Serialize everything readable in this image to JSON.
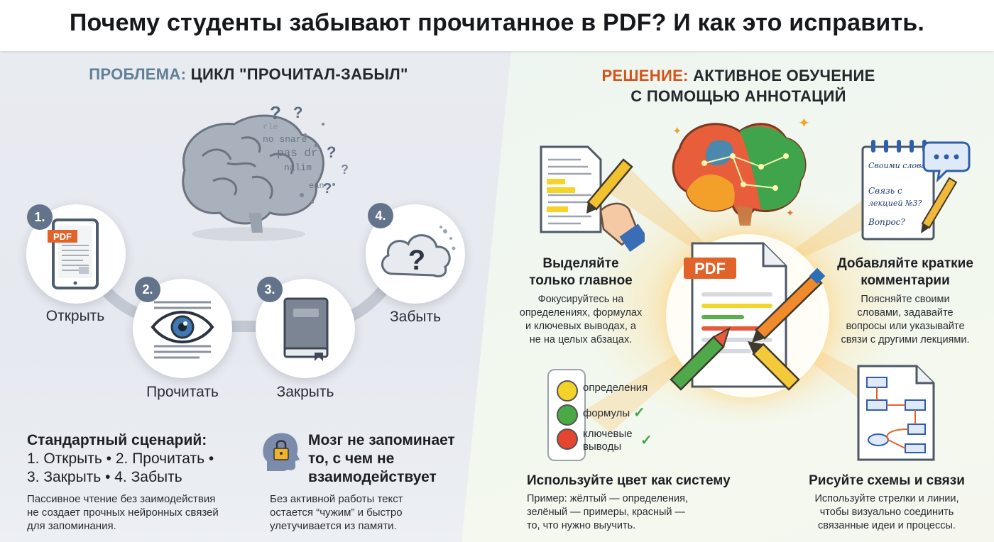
{
  "title": "Почему студенты забывают прочитанное в PDF? И как это исправить.",
  "problem": {
    "label": "ПРОБЛЕМА:",
    "title": "ЦИКЛ \"ПРОЧИТАЛ-ЗАБЫЛ\"",
    "steps": [
      {
        "num": "1.",
        "label": "Открыть",
        "icon": "pdf-tablet-icon"
      },
      {
        "num": "2.",
        "label": "Прочитать",
        "icon": "eye-document-icon"
      },
      {
        "num": "3.",
        "label": "Закрыть",
        "icon": "closed-book-icon"
      },
      {
        "num": "4.",
        "label": "Забыть",
        "icon": "question-cloud-icon"
      }
    ],
    "pdf_tag": "PDF",
    "fading_words": [
      "no snare",
      "pas dr",
      "nalim",
      "ean",
      "rle"
    ],
    "scenario": {
      "heading": "Стандартный сценарий:",
      "line1": "1. Открыть • 2. Прочитать •",
      "line2": "3. Закрыть • 4. Забыть",
      "text1": "Пассивное чтение без заимодействия",
      "text2": "не создает прочных нейронных связей",
      "text3": "для запоминания."
    },
    "brain_note": {
      "heading1": "Мозг не запоминает",
      "heading2": "то, с чем не",
      "heading3": "взаимодействует",
      "text1": "Без активной работы текст",
      "text2": "остается “чужим” и быстро",
      "text3": "улетучивается из памяти.",
      "icon": "head-lock-icon"
    }
  },
  "solution": {
    "label": "РЕШЕНИЕ:",
    "title1": "АКТИВНОЕ ОБУЧЕНИЕ",
    "title2": "С ПОМОЩЬЮ АННОТАЦИЙ",
    "pdf_tag": "PDF",
    "notepad_lines": [
      "Своими словами!",
      "Связь с",
      "лекцией №3?",
      "Вопрос?"
    ],
    "highlight": {
      "heading1": "Выделяйте",
      "heading2": "только главное",
      "text1": "Фокусируйтесь на",
      "text2": "определениях, формулах",
      "text3": "и ключевых выводах, а",
      "text4": "не на целых абзацах."
    },
    "comments": {
      "heading1": "Добавляйте краткие",
      "heading2": "комментарии",
      "text1": "Поясняйте своими",
      "text2": "словами, задавайте",
      "text3": "вопросы или указывайте",
      "text4": "связи с другими лекциями."
    },
    "color_system": {
      "legend": [
        {
          "label": "определения",
          "color": "#f3d22a"
        },
        {
          "label": "формулы",
          "color": "#49a944"
        },
        {
          "label1": "ключевые",
          "label2": "выводы",
          "color": "#e5452f"
        }
      ],
      "heading": "Используйте цвет как систему",
      "text1": "Пример: жёлтый — определения,",
      "text2": "зелёный — примеры, красный —",
      "text3": "то, что нужно выучить."
    },
    "diagrams": {
      "heading": "Рисуйте схемы и связи",
      "text1": "Используйте стрелки и линии,",
      "text2": "чтобы визуально соединить",
      "text3": "связанные идеи и процессы."
    }
  },
  "colors": {
    "problem_accent": "#5f8096",
    "solution_accent": "#d1551b",
    "badge": "#63748a"
  }
}
